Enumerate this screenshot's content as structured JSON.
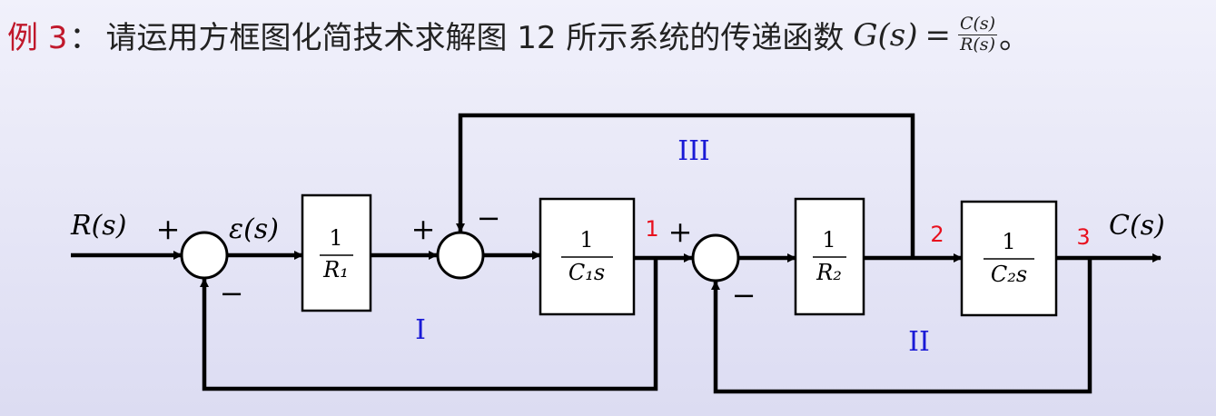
{
  "title": {
    "example": "例 3",
    "colon": "：",
    "text": "请运用方框图化简技术求解图 12 所示系统的传递函数",
    "lhs": "G(s)",
    "eq": "=",
    "num": "C(s)",
    "den": "R(s)",
    "tail": "。"
  },
  "diagram": {
    "input": "R(s)",
    "error": "ε(s)",
    "output": "C(s)",
    "blocks": [
      {
        "num": "1",
        "den": "R₁"
      },
      {
        "num": "1",
        "den": "C₁s"
      },
      {
        "num": "1",
        "den": "R₂"
      },
      {
        "num": "1",
        "den": "C₂s"
      }
    ],
    "signs": [
      "+",
      "−",
      "+",
      "−",
      "+",
      "−"
    ],
    "nodes": [
      "1",
      "2",
      "3"
    ],
    "loops": [
      "I",
      "II",
      "III"
    ],
    "colors": {
      "node": "#e8101e",
      "loop": "#1a1ad6",
      "line": "#000000"
    }
  }
}
